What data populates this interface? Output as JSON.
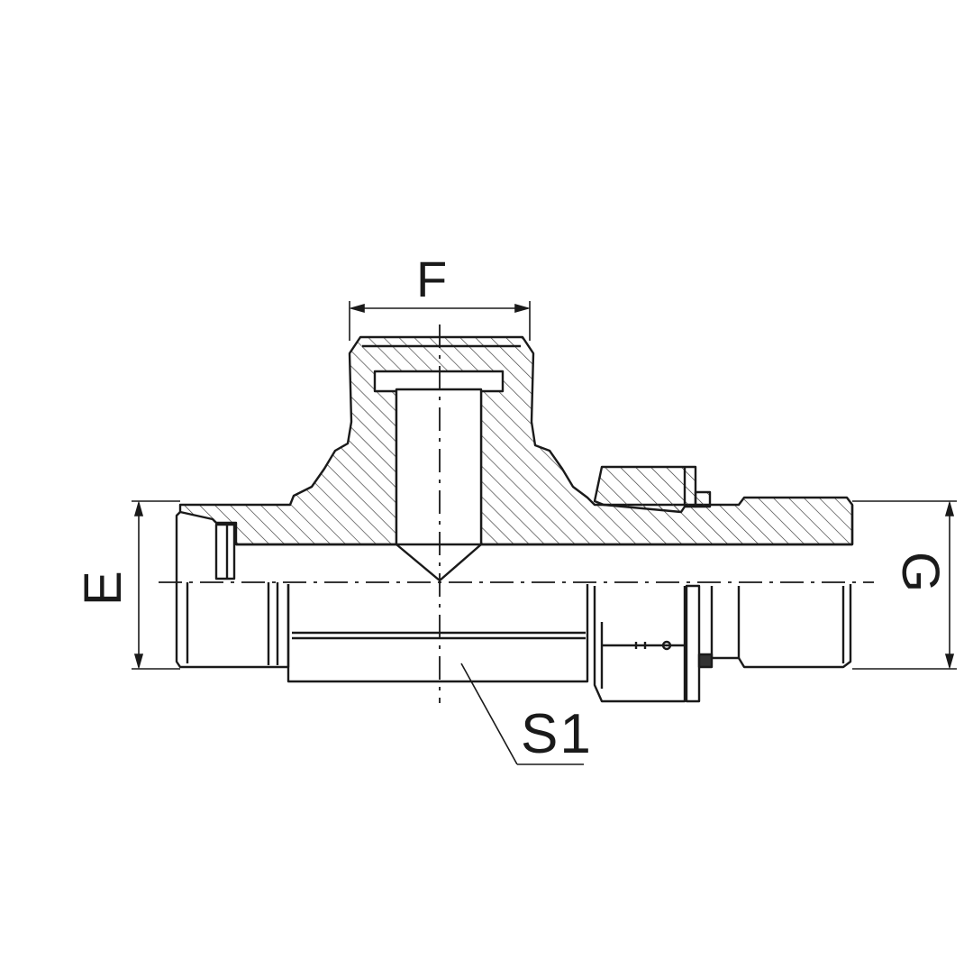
{
  "diagram": {
    "labels": {
      "F": "F",
      "E": "E",
      "G": "G",
      "S1": "S1"
    },
    "colors": {
      "line": "#1a1a1a",
      "hatch": "#333333",
      "background": "#ffffff"
    }
  }
}
